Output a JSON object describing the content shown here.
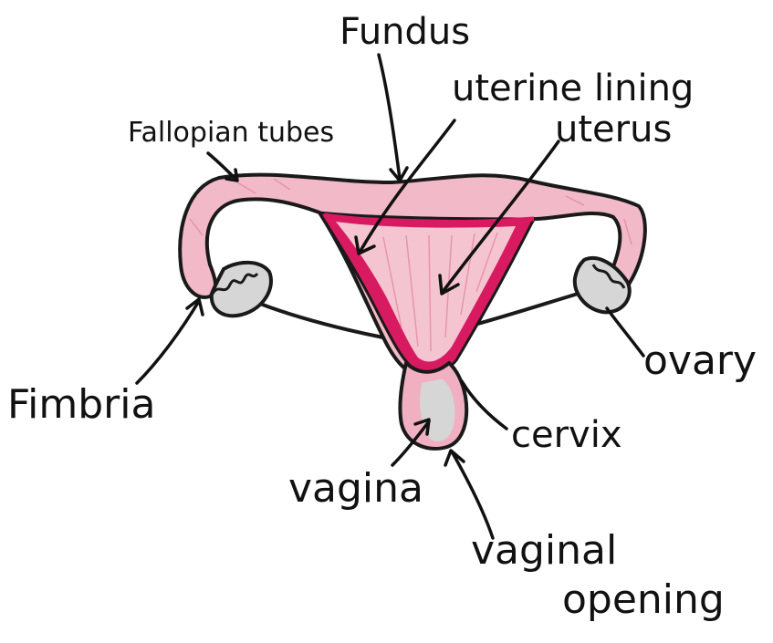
{
  "labels": {
    "fundus": "Fundus",
    "uterine_lining": "uterine lining",
    "uterus": "uterus",
    "fallopian_tubes": "Fallopian tubes",
    "fimbria": "Fimbria",
    "ovary": "ovary",
    "cervix": "cervix",
    "vagina": "vagina",
    "vaginal_opening_line1": "vaginal",
    "vaginal_opening_line2": "opening"
  },
  "colors": {
    "tissue_pink": "#f2b9c8",
    "tissue_light": "#f7d3dc",
    "lining_magenta": "#d81b60",
    "ovary_gray": "#d6d6d6",
    "ink": "#111111"
  }
}
